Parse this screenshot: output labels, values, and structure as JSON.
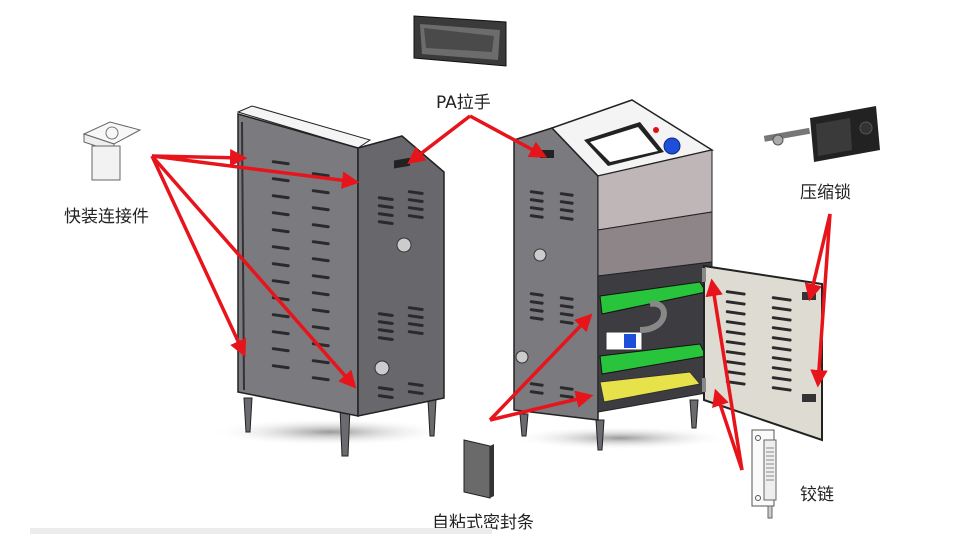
{
  "title": "Cabinet component callout diagram",
  "labels": {
    "pa_handle": "PA拉手",
    "quick_connector": "快装连接件",
    "compression_lock": "压缩锁",
    "seal_strip": "自粘式密封条",
    "hinge": "铰链"
  },
  "colors": {
    "arrow": "#e8141b",
    "cabinet_panel": "#77767b",
    "cabinet_dark": "#4a494d",
    "door_panel": "#dedbd2",
    "top_panel": "#f4f4f4",
    "mid_panel": "#b8aeb0",
    "board_green": "#27c43c",
    "tray_yellow": "#e8e24a",
    "knob_blue": "#1e4fd8",
    "indicator_red": "#d11"
  },
  "components": [
    {
      "id": "quick_connector",
      "label": "快装连接件"
    },
    {
      "id": "pa_handle",
      "label": "PA拉手"
    },
    {
      "id": "compression_lock",
      "label": "压缩锁"
    },
    {
      "id": "seal_strip",
      "label": "自粘式密封条"
    },
    {
      "id": "hinge",
      "label": "铰链"
    }
  ]
}
